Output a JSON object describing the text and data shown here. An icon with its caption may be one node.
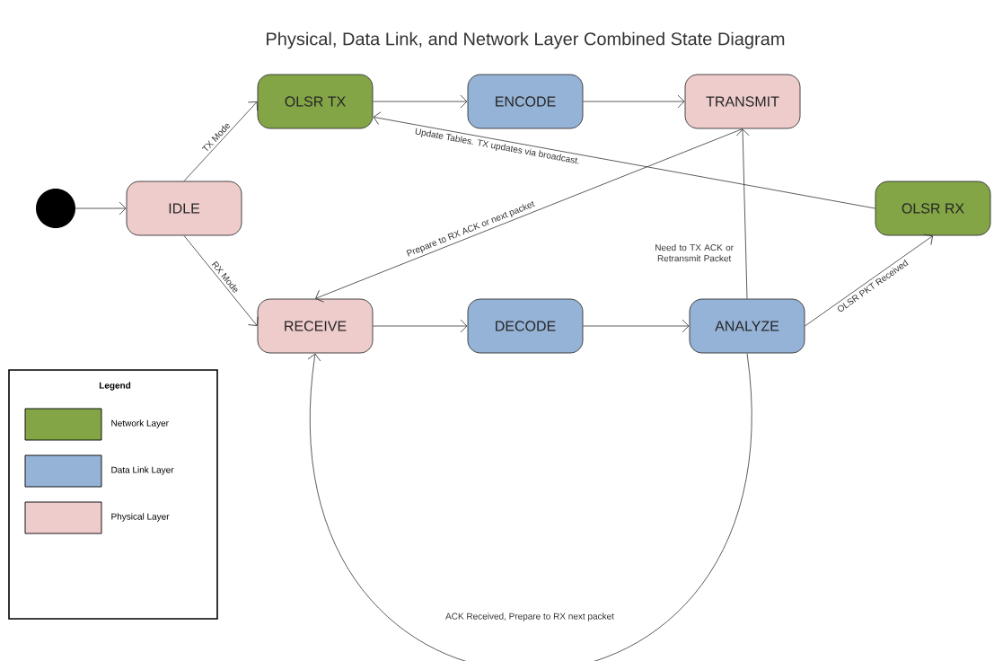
{
  "diagram": {
    "title": "Physical, Data Link, and Network Layer Combined State Diagram",
    "nodes": [
      {
        "text": [],
        "shape": "circle"
      },
      {
        "text": [
          "IDLE"
        ]
      },
      {
        "text": [
          "OLSR TX"
        ]
      },
      {
        "text": [
          "ENCODE"
        ]
      },
      {
        "text": [
          "TRANSMIT"
        ]
      },
      {
        "text": [
          "RECEIVE"
        ]
      },
      {
        "text": [
          "DECODE"
        ]
      },
      {
        "text": [
          "ANALYZE"
        ]
      },
      {
        "text": [
          "OLSR RX"
        ]
      }
    ],
    "edges": [
      {
        "from": 0,
        "to": 1,
        "arrow": "to"
      },
      {
        "from": 1,
        "to": 2,
        "arrow": "to",
        "label": "TX Mode"
      },
      {
        "from": 1,
        "to": 5,
        "arrow": "to",
        "label": "RX Mode"
      },
      {
        "from": 2,
        "to": 3,
        "arrow": "to"
      },
      {
        "from": 3,
        "to": 4,
        "arrow": "to"
      },
      {
        "from": 8,
        "to": 2,
        "arrow": "to",
        "label": "Update Tables. TX updates via broadcast."
      },
      {
        "from": 4,
        "to": 5,
        "arrow": "to",
        "label": "Prepare to RX ACK or next packet"
      },
      {
        "from": 5,
        "to": 6,
        "arrow": "to"
      },
      {
        "from": 6,
        "to": 7,
        "arrow": "to"
      },
      {
        "from": 7,
        "to": 4,
        "arrow": "to",
        "label": "Need to TX ACK or Retransmit Packet"
      },
      {
        "from": 7,
        "to": 8,
        "arrow": "to",
        "label": "OLSR PKT Received"
      },
      {
        "from": 7,
        "to": 5,
        "arrow": "to",
        "label": "ACK Received, Prepare to RX next packet"
      }
    ],
    "labels": [
      "Legend"
    ],
    "legend": [
      {
        "text": "Network Layer",
        "color": "#83a546"
      },
      {
        "text": "Data Link Layer",
        "color": "#95b3d7"
      },
      {
        "text": "Physical Layer",
        "color": "#eecccb"
      }
    ]
  }
}
